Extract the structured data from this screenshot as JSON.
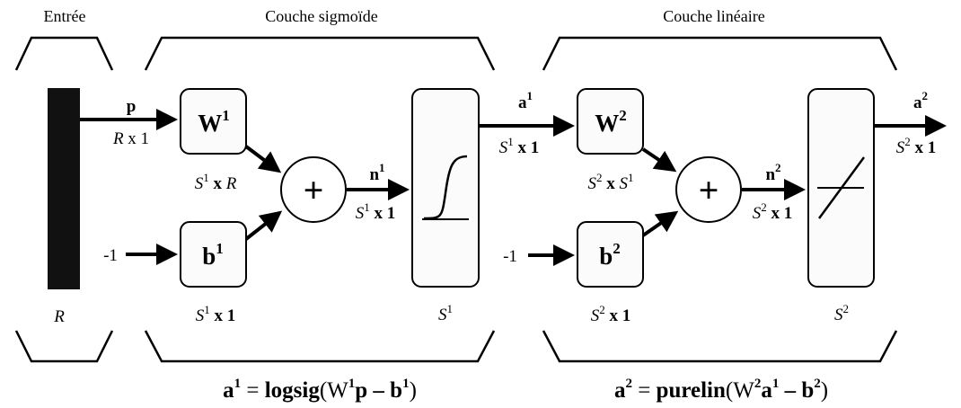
{
  "sections": {
    "input": "Entrée",
    "sigmoid": "Couche sigmoïde",
    "linear": "Couche linéaire"
  },
  "input_block": {
    "signal": "p",
    "signal_dim": {
      "a": "R",
      "b": " x 1"
    },
    "size": "R"
  },
  "layer1": {
    "weight": {
      "base": "W",
      "sup": "1"
    },
    "weight_dim": {
      "s": "S",
      "sup": "1",
      "rest": " x ",
      "r": "R"
    },
    "bias": {
      "base": "b",
      "sup": "1"
    },
    "bias_dim": {
      "s": "S",
      "sup": "1",
      "rest": " x 1"
    },
    "bias_input": "-1",
    "sum_symbol": "+",
    "net": {
      "base": "n",
      "sup": "1"
    },
    "net_dim": {
      "s": "S",
      "sup": "1",
      "rest": " x 1"
    },
    "transfer_size": {
      "s": "S",
      "sup": "1"
    },
    "output": {
      "base": "a",
      "sup": "1"
    },
    "output_dim": {
      "s": "S",
      "sup": "1",
      "rest": " x 1"
    }
  },
  "layer2": {
    "weight": {
      "base": "W",
      "sup": "2"
    },
    "weight_dim": {
      "s": "S",
      "sup": "2",
      "rest": " x ",
      "s2": "S",
      "sup2": "1"
    },
    "bias": {
      "base": "b",
      "sup": "2"
    },
    "bias_dim": {
      "s": "S",
      "sup": "2",
      "rest": " x 1"
    },
    "bias_input": "-1",
    "sum_symbol": "+",
    "net": {
      "base": "n",
      "sup": "2"
    },
    "net_dim": {
      "s": "S",
      "sup": "2",
      "rest": " x 1"
    },
    "transfer_size": {
      "s": "S",
      "sup": "2"
    },
    "output": {
      "base": "a",
      "sup": "2"
    },
    "output_dim": {
      "s": "S",
      "sup": "2",
      "rest": " x 1"
    }
  },
  "equations": {
    "eq1": {
      "lhs": "a",
      "lhs_sup": "1",
      "eq": " = ",
      "fn": "logsig",
      "open": "(W",
      "w_sup": "1",
      "p": "p – b",
      "b_sup": "1",
      "close": ")"
    },
    "eq2": {
      "lhs": "a",
      "lhs_sup": "2",
      "eq": " = ",
      "fn": "purelin",
      "open": "(W",
      "w_sup": "2",
      "a": "a",
      "a_sup": "1",
      "minus": " – b",
      "b_sup": "2",
      "close": ")"
    }
  }
}
